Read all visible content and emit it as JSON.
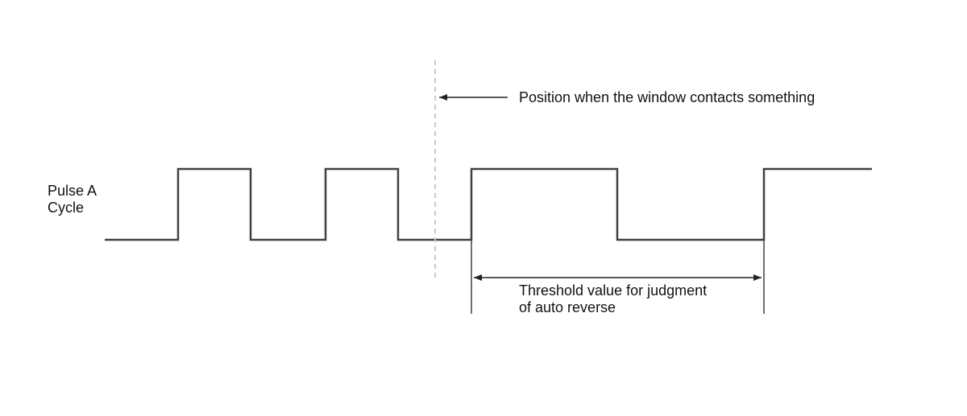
{
  "signal": {
    "label_line1": "Pulse A",
    "label_line2": "Cycle"
  },
  "annotations": {
    "contact_position": "Position when the window contacts something",
    "threshold_line1": "Threshold value for judgment",
    "threshold_line2": "of auto reverse"
  },
  "colors": {
    "stroke": "#404040",
    "dashed_marker": "#c8c8c8",
    "text": "#111111"
  }
}
